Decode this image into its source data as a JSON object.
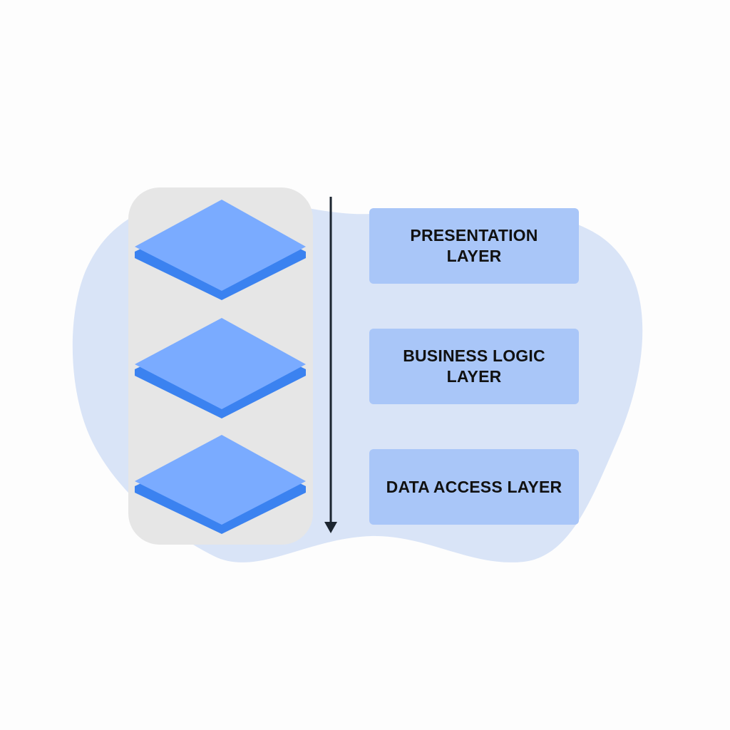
{
  "colors": {
    "background": "#fdfdfd",
    "blob": "#d9e4f7",
    "stack_panel": "#e6e6e6",
    "layer_top": "#7aabff",
    "layer_side": "#3b82f0",
    "label_box": "#a9c6f8",
    "arrow": "#1c2530",
    "text": "#111111"
  },
  "flow_arrow": {
    "direction": "down"
  },
  "layers": [
    {
      "label": "PRESENTATION LAYER",
      "icon": "layer-slab-icon"
    },
    {
      "label": "BUSINESS LOGIC LAYER",
      "icon": "layer-slab-icon"
    },
    {
      "label": "DATA ACCESS LAYER",
      "icon": "layer-slab-icon"
    }
  ]
}
